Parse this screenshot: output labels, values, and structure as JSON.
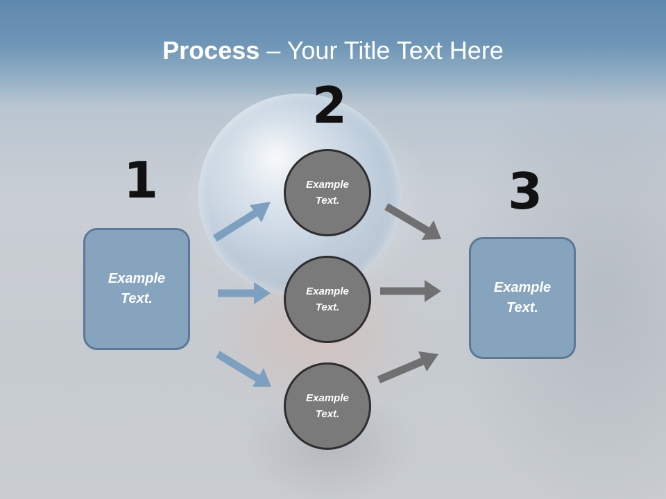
{
  "title": {
    "bold": "Process",
    "rest": " – Your Title Text Here"
  },
  "steps": {
    "left_number": "1",
    "middle_number": "2",
    "right_number": "3"
  },
  "left_box": {
    "text": "Example Text."
  },
  "right_box": {
    "text": "Example Text."
  },
  "circles": [
    {
      "text": "Example Text."
    },
    {
      "text": "Example Text."
    },
    {
      "text": "Example Text."
    }
  ],
  "colors": {
    "box_fill": "#87a4bf",
    "box_border": "#5b7896",
    "circle_fill": "#7a7a7a",
    "circle_border": "#2e2e2e",
    "blue_arrow": "#7ea0c0",
    "gray_arrow": "#707070"
  }
}
